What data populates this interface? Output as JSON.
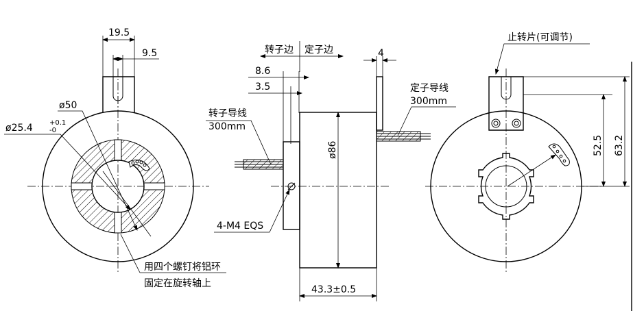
{
  "front_view": {
    "dim_width_outer": "19.5",
    "dim_width_inner": "9.5",
    "dia_outer": "ø50",
    "dia_bore": "ø25.4",
    "tol_upper": "+0.1",
    "tol_lower": "-0",
    "note_line1": "用四个螺钉将铝环",
    "note_line2": "固定在旋转轴上"
  },
  "side_view": {
    "rotor_side": "转子边",
    "stator_side": "定子边",
    "dim_a": "8.6",
    "dim_b": "3.5",
    "dim_tab": "4",
    "rotor_lead": "转子导线",
    "rotor_lead_len": "300mm",
    "stator_lead": "定子导线",
    "stator_lead_len": "300mm",
    "dia_body": "ø86",
    "screw_note": "4-M4 EQS",
    "length": "43.3±0.5"
  },
  "rear_view": {
    "tab_note": "止转片(可调节)",
    "dim_h1": "52.5",
    "dim_h2": "63.2"
  }
}
